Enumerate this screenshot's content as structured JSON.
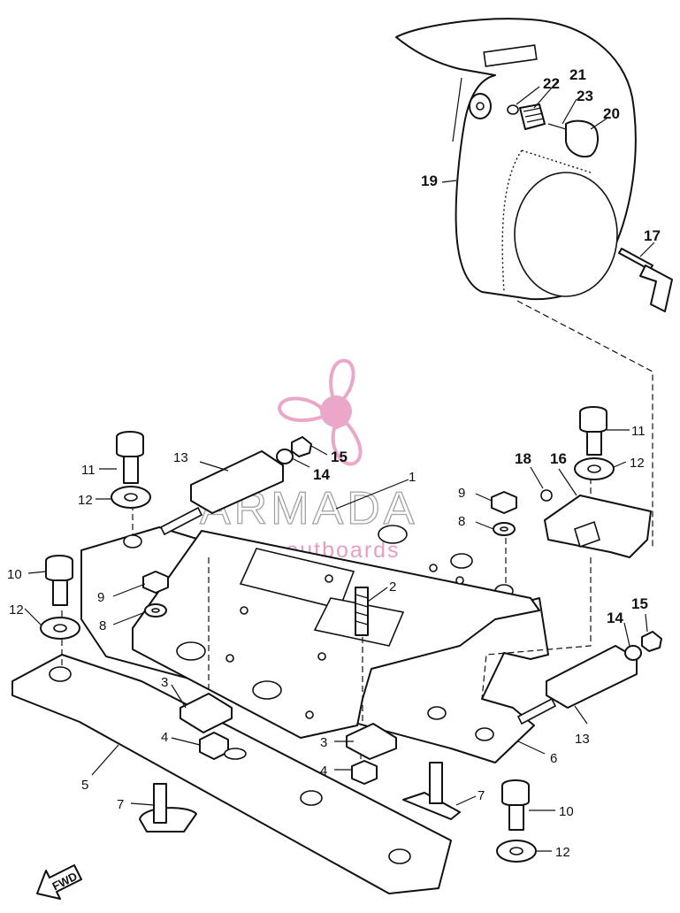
{
  "watermark": {
    "brand": "ARMADA",
    "tagline": "marine outboards",
    "accent_color": "#e58ab8",
    "icon": "propeller-logo-icon"
  },
  "direction_marker": {
    "label": "FWD",
    "icon": "forward-arrow-icon"
  },
  "callouts": {
    "p1": "1",
    "p2": "2",
    "p3a": "3",
    "p3b": "3",
    "p4a": "4",
    "p4b": "4",
    "p5": "5",
    "p6": "6",
    "p7a": "7",
    "p7b": "7",
    "p8a": "8",
    "p8b": "8",
    "p9a": "9",
    "p9b": "9",
    "p10a": "10",
    "p10b": "10",
    "p11a": "11",
    "p11b": "11",
    "p12a": "12",
    "p12b": "12",
    "p12c": "12",
    "p12d": "12",
    "p13a": "13",
    "p13b": "13",
    "p14a": "14",
    "p14b": "14",
    "p15a": "15",
    "p15b": "15",
    "p16": "16",
    "p17": "17",
    "p18": "18",
    "p19": "19",
    "p20": "20",
    "p21": "21",
    "p22": "22",
    "p23": "23"
  }
}
